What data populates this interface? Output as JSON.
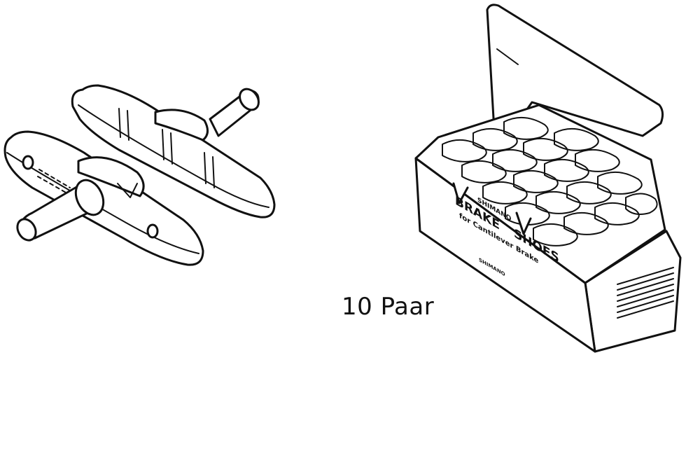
{
  "caption": "10 Paar",
  "box": {
    "brand_top": "SHIMANO",
    "title_line1": "BRAKE",
    "title_line2": "SHOES",
    "subtitle": "for Cantilever Brake",
    "brand_bottom": "SHIMANO"
  },
  "colors": {
    "ink": "#111111",
    "paper": "#ffffff"
  },
  "icons": [
    "brake-shoe-pair-illustration",
    "brake-shoe-box-illustration"
  ]
}
